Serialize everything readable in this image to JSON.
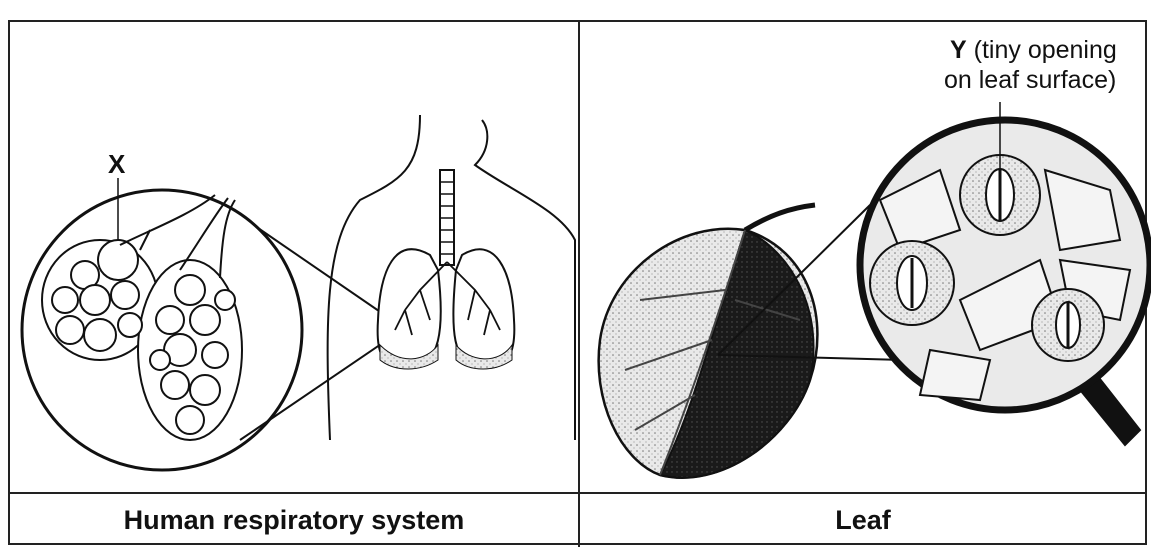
{
  "diagram": {
    "left_panel": {
      "caption": "Human respiratory system",
      "label_x": "X"
    },
    "right_panel": {
      "caption": "Leaf",
      "label_y_letter": "Y",
      "label_y_line1": "(tiny opening",
      "label_y_line2": "on leaf surface)"
    }
  }
}
